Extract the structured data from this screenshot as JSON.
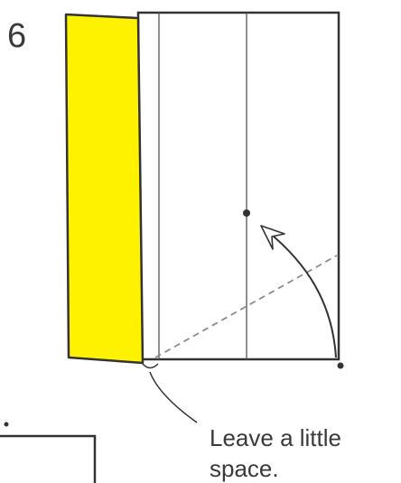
{
  "step_number": "6",
  "callout": {
    "line1": "Leave a little",
    "line2": "space."
  },
  "colors": {
    "paper_fill": "#ffffff",
    "folded_flap": "#fff200",
    "line": "#333333",
    "dashed_fold": "#8c8c8c",
    "text": "#3a3a3a"
  }
}
